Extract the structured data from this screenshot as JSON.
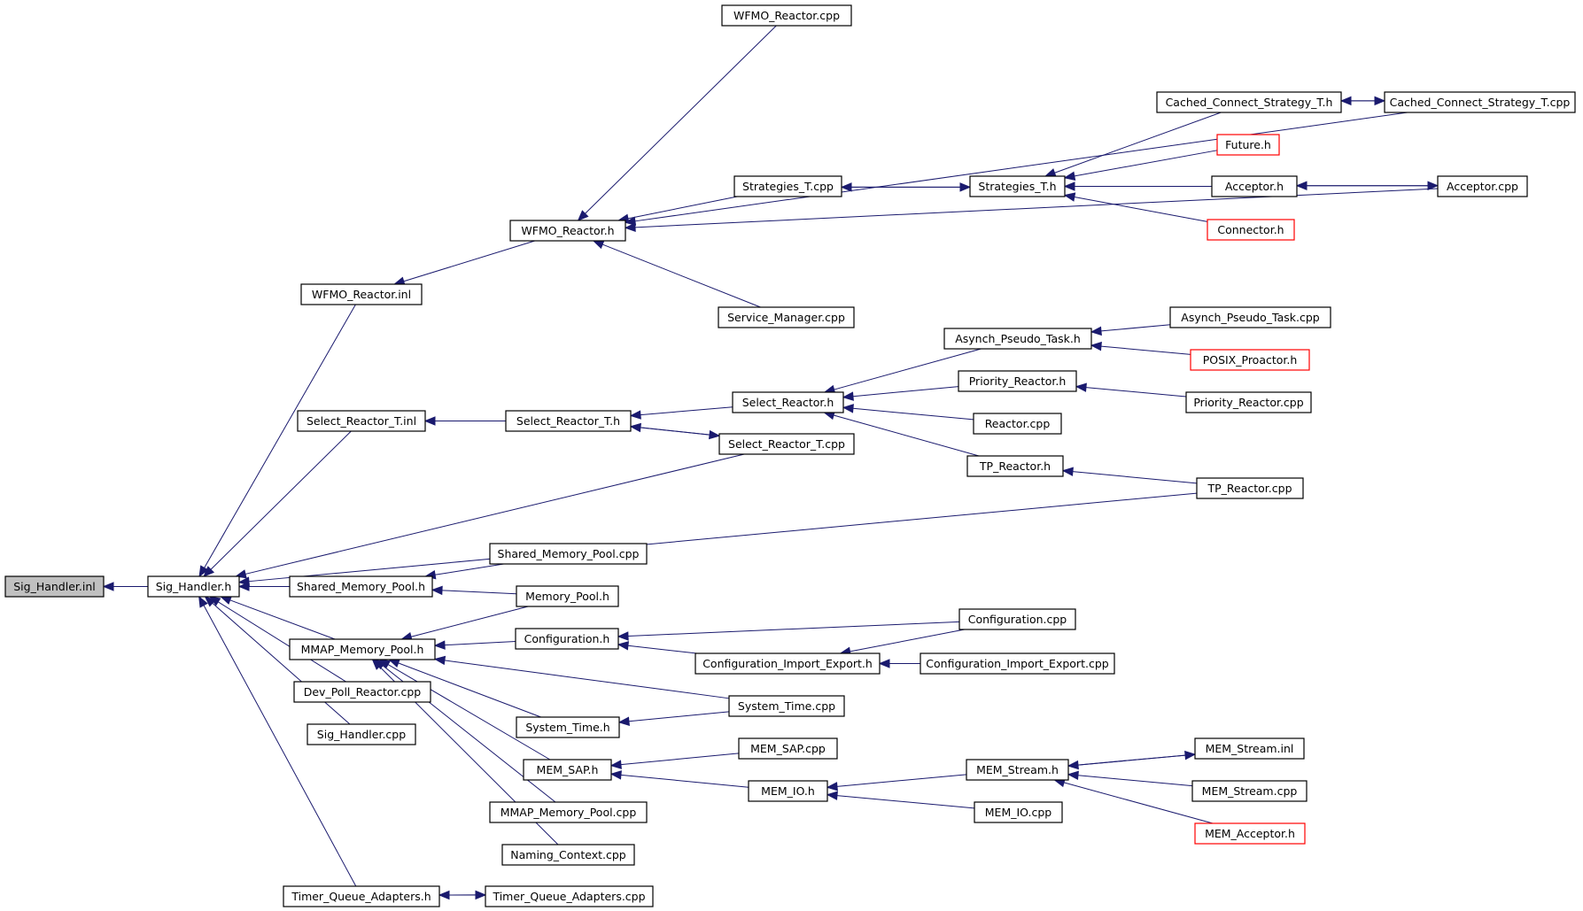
{
  "colors": {
    "node_border": "#000000",
    "focus_fill": "#c0c0c0",
    "missing_border": "#ff0000",
    "edge": "#1a1a6e",
    "background": "#ffffff"
  },
  "nodes": [
    {
      "id": "sig_handler_inl",
      "label": "Sig_Handler.inl",
      "focus": true
    },
    {
      "id": "sig_handler_h",
      "label": "Sig_Handler.h"
    },
    {
      "id": "wfmo_reactor_inl",
      "label": "WFMO_Reactor.inl"
    },
    {
      "id": "select_reactor_t_inl",
      "label": "Select_Reactor_T.inl"
    },
    {
      "id": "shared_memory_pool_h",
      "label": "Shared_Memory_Pool.h"
    },
    {
      "id": "mmap_memory_pool_h",
      "label": "MMAP_Memory_Pool.h"
    },
    {
      "id": "dev_poll_reactor_cpp",
      "label": "Dev_Poll_Reactor.cpp"
    },
    {
      "id": "sig_handler_cpp",
      "label": "Sig_Handler.cpp"
    },
    {
      "id": "timer_queue_adapters_h",
      "label": "Timer_Queue_Adapters.h"
    },
    {
      "id": "wfmo_reactor_h",
      "label": "WFMO_Reactor.h"
    },
    {
      "id": "wfmo_reactor_cpp",
      "label": "WFMO_Reactor.cpp"
    },
    {
      "id": "strategies_t_cpp",
      "label": "Strategies_T.cpp"
    },
    {
      "id": "service_manager_cpp",
      "label": "Service_Manager.cpp"
    },
    {
      "id": "strategies_t_h",
      "label": "Strategies_T.h"
    },
    {
      "id": "cached_connect_strategy_t_h",
      "label": "Cached_Connect_Strategy_T.h"
    },
    {
      "id": "cached_connect_strategy_t_cpp",
      "label": "Cached_Connect_Strategy_T.cpp"
    },
    {
      "id": "future_h",
      "label": "Future.h",
      "missing": true
    },
    {
      "id": "acceptor_h",
      "label": "Acceptor.h"
    },
    {
      "id": "acceptor_cpp",
      "label": "Acceptor.cpp"
    },
    {
      "id": "connector_h",
      "label": "Connector.h",
      "missing": true
    },
    {
      "id": "select_reactor_t_h",
      "label": "Select_Reactor_T.h"
    },
    {
      "id": "select_reactor_h",
      "label": "Select_Reactor.h"
    },
    {
      "id": "select_reactor_t_cpp",
      "label": "Select_Reactor_T.cpp"
    },
    {
      "id": "asynch_pseudo_task_h",
      "label": "Asynch_Pseudo_Task.h"
    },
    {
      "id": "asynch_pseudo_task_cpp",
      "label": "Asynch_Pseudo_Task.cpp"
    },
    {
      "id": "posix_proactor_h",
      "label": "POSIX_Proactor.h",
      "missing": true
    },
    {
      "id": "priority_reactor_h",
      "label": "Priority_Reactor.h"
    },
    {
      "id": "priority_reactor_cpp",
      "label": "Priority_Reactor.cpp"
    },
    {
      "id": "reactor_cpp",
      "label": "Reactor.cpp"
    },
    {
      "id": "tp_reactor_h",
      "label": "TP_Reactor.h"
    },
    {
      "id": "tp_reactor_cpp",
      "label": "TP_Reactor.cpp"
    },
    {
      "id": "shared_memory_pool_cpp",
      "label": "Shared_Memory_Pool.cpp"
    },
    {
      "id": "memory_pool_h",
      "label": "Memory_Pool.h"
    },
    {
      "id": "configuration_h",
      "label": "Configuration.h"
    },
    {
      "id": "configuration_cpp",
      "label": "Configuration.cpp"
    },
    {
      "id": "configuration_import_export_h",
      "label": "Configuration_Import_Export.h"
    },
    {
      "id": "configuration_import_export_cpp",
      "label": "Configuration_Import_Export.cpp"
    },
    {
      "id": "system_time_h",
      "label": "System_Time.h"
    },
    {
      "id": "system_time_cpp",
      "label": "System_Time.cpp"
    },
    {
      "id": "mem_sap_h",
      "label": "MEM_SAP.h"
    },
    {
      "id": "mem_sap_cpp",
      "label": "MEM_SAP.cpp"
    },
    {
      "id": "mem_io_h",
      "label": "MEM_IO.h"
    },
    {
      "id": "mem_io_cpp",
      "label": "MEM_IO.cpp"
    },
    {
      "id": "mem_stream_h",
      "label": "MEM_Stream.h"
    },
    {
      "id": "mem_stream_inl",
      "label": "MEM_Stream.inl"
    },
    {
      "id": "mem_stream_cpp",
      "label": "MEM_Stream.cpp"
    },
    {
      "id": "mem_acceptor_h",
      "label": "MEM_Acceptor.h",
      "missing": true
    },
    {
      "id": "mmap_memory_pool_cpp",
      "label": "MMAP_Memory_Pool.cpp"
    },
    {
      "id": "naming_context_cpp",
      "label": "Naming_Context.cpp"
    },
    {
      "id": "timer_queue_adapters_cpp",
      "label": "Timer_Queue_Adapters.cpp"
    }
  ],
  "edges": [
    {
      "from": "sig_handler_h",
      "to": "sig_handler_inl"
    },
    {
      "from": "shared_memory_pool_h",
      "to": "sig_handler_h"
    },
    {
      "from": "wfmo_reactor_inl",
      "to": "sig_handler_h"
    },
    {
      "from": "select_reactor_t_inl",
      "to": "sig_handler_h"
    },
    {
      "from": "select_reactor_t_cpp",
      "to": "sig_handler_h"
    },
    {
      "from": "tp_reactor_cpp",
      "to": "sig_handler_h"
    },
    {
      "from": "mmap_memory_pool_h",
      "to": "sig_handler_h"
    },
    {
      "from": "dev_poll_reactor_cpp",
      "to": "sig_handler_h"
    },
    {
      "from": "sig_handler_cpp",
      "to": "sig_handler_h"
    },
    {
      "from": "timer_queue_adapters_h",
      "to": "sig_handler_h"
    },
    {
      "from": "wfmo_reactor_h",
      "to": "wfmo_reactor_inl"
    },
    {
      "from": "wfmo_reactor_cpp",
      "to": "wfmo_reactor_h"
    },
    {
      "from": "cached_connect_strategy_t_cpp",
      "to": "wfmo_reactor_h"
    },
    {
      "from": "strategies_t_cpp",
      "to": "wfmo_reactor_h"
    },
    {
      "from": "acceptor_cpp",
      "to": "wfmo_reactor_h"
    },
    {
      "from": "service_manager_cpp",
      "to": "wfmo_reactor_h"
    },
    {
      "from": "strategies_t_h",
      "to": "strategies_t_cpp"
    },
    {
      "from": "strategies_t_cpp",
      "to": "strategies_t_h"
    },
    {
      "from": "cached_connect_strategy_t_h",
      "to": "strategies_t_h"
    },
    {
      "from": "future_h",
      "to": "strategies_t_h"
    },
    {
      "from": "acceptor_h",
      "to": "strategies_t_h"
    },
    {
      "from": "connector_h",
      "to": "strategies_t_h"
    },
    {
      "from": "cached_connect_strategy_t_h",
      "to": "cached_connect_strategy_t_cpp"
    },
    {
      "from": "cached_connect_strategy_t_cpp",
      "to": "cached_connect_strategy_t_h"
    },
    {
      "from": "acceptor_h",
      "to": "acceptor_cpp"
    },
    {
      "from": "acceptor_cpp",
      "to": "acceptor_h"
    },
    {
      "from": "select_reactor_t_h",
      "to": "select_reactor_t_inl"
    },
    {
      "from": "select_reactor_h",
      "to": "select_reactor_t_h"
    },
    {
      "from": "select_reactor_t_cpp",
      "to": "select_reactor_t_h"
    },
    {
      "from": "select_reactor_t_h",
      "to": "select_reactor_t_cpp"
    },
    {
      "from": "asynch_pseudo_task_h",
      "to": "select_reactor_h"
    },
    {
      "from": "priority_reactor_h",
      "to": "select_reactor_h"
    },
    {
      "from": "reactor_cpp",
      "to": "select_reactor_h"
    },
    {
      "from": "tp_reactor_h",
      "to": "select_reactor_h"
    },
    {
      "from": "asynch_pseudo_task_cpp",
      "to": "asynch_pseudo_task_h"
    },
    {
      "from": "posix_proactor_h",
      "to": "asynch_pseudo_task_h"
    },
    {
      "from": "priority_reactor_cpp",
      "to": "priority_reactor_h"
    },
    {
      "from": "tp_reactor_cpp",
      "to": "tp_reactor_h"
    },
    {
      "from": "shared_memory_pool_cpp",
      "to": "shared_memory_pool_h"
    },
    {
      "from": "memory_pool_h",
      "to": "shared_memory_pool_h"
    },
    {
      "from": "memory_pool_h",
      "to": "mmap_memory_pool_h"
    },
    {
      "from": "configuration_h",
      "to": "mmap_memory_pool_h"
    },
    {
      "from": "system_time_cpp",
      "to": "mmap_memory_pool_h"
    },
    {
      "from": "system_time_h",
      "to": "mmap_memory_pool_h"
    },
    {
      "from": "mem_sap_h",
      "to": "mmap_memory_pool_h"
    },
    {
      "from": "mmap_memory_pool_cpp",
      "to": "mmap_memory_pool_h"
    },
    {
      "from": "naming_context_cpp",
      "to": "mmap_memory_pool_h"
    },
    {
      "from": "configuration_cpp",
      "to": "configuration_h"
    },
    {
      "from": "configuration_import_export_h",
      "to": "configuration_h"
    },
    {
      "from": "configuration_cpp",
      "to": "configuration_import_export_h"
    },
    {
      "from": "configuration_import_export_cpp",
      "to": "configuration_import_export_h"
    },
    {
      "from": "system_time_cpp",
      "to": "system_time_h"
    },
    {
      "from": "mem_sap_cpp",
      "to": "mem_sap_h"
    },
    {
      "from": "mem_io_h",
      "to": "mem_sap_h"
    },
    {
      "from": "mem_stream_h",
      "to": "mem_io_h"
    },
    {
      "from": "mem_io_cpp",
      "to": "mem_io_h"
    },
    {
      "from": "mem_stream_inl",
      "to": "mem_stream_h"
    },
    {
      "from": "mem_stream_h",
      "to": "mem_stream_inl"
    },
    {
      "from": "mem_stream_cpp",
      "to": "mem_stream_h"
    },
    {
      "from": "mem_acceptor_h",
      "to": "mem_stream_h"
    },
    {
      "from": "timer_queue_adapters_cpp",
      "to": "timer_queue_adapters_h"
    },
    {
      "from": "timer_queue_adapters_h",
      "to": "timer_queue_adapters_cpp"
    }
  ]
}
